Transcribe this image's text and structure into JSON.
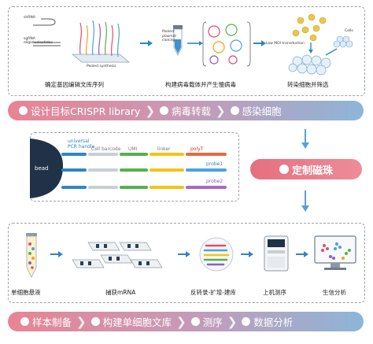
{
  "step1": {
    "shrna_label": "shRNA",
    "sgrna_label": "sgRNA oligonucleotides",
    "pooled_synthesis": "Pooled synthesis",
    "caption": "确定基因编辑文库序列"
  },
  "step2": {
    "plasmid_label": "Pooled plasmid cloning",
    "caption": "构建病毒载体并产生慢病毒"
  },
  "step3": {
    "cells_label": "Cells",
    "moi_label": "Low MOI transduction",
    "caption": "转染细胞并筛选"
  },
  "pill1": {
    "items": [
      "设计目标CRISPR library",
      "病毒转载",
      "感染细胞"
    ]
  },
  "bead_diagram": {
    "bead_label": "bead",
    "segments": [
      "universal PCR handle",
      "Cell barcode",
      "UMI",
      "linker",
      "polyT"
    ],
    "probe1": "probe1",
    "probe2": "probe2"
  },
  "custom_bead_pill": "定制磁珠",
  "step_bottom": {
    "captions": [
      "单细胞悬液",
      "捕获mRNA",
      "反转录-扩增-建库",
      "上机测序",
      "生信分析"
    ]
  },
  "pill2": {
    "items": [
      "样本制备",
      "构建单细胞文库",
      "测序",
      "数据分析"
    ]
  },
  "colors": {
    "blue": "#2f86c4",
    "pink": "#e57f8f",
    "red_pill": "#e57383",
    "yellow": "#f2c418",
    "green": "#58b33f",
    "purple": "#a869c9"
  }
}
